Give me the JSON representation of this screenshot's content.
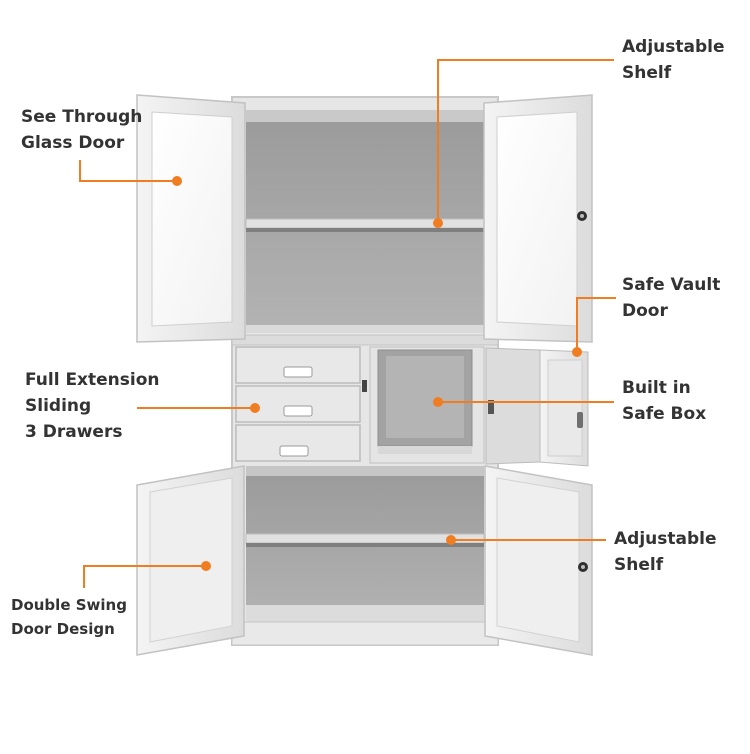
{
  "colors": {
    "accent": "#f07d22",
    "cabinet_light": "#e9e9e9",
    "cabinet_mid": "#d4d4d4",
    "cabinet_dark": "#8a8a8a",
    "text": "#333333"
  },
  "labels": {
    "glass_door": [
      "See Through",
      "Glass Door"
    ],
    "shelf_top": [
      "Adjustable",
      "Shelf"
    ],
    "safe_door": [
      "Safe Vault",
      "Door"
    ],
    "drawers": [
      "Full Extension",
      "Sliding",
      "3 Drawers"
    ],
    "safe_box": [
      "Built in",
      "Safe Box"
    ],
    "shelf_bottom": [
      "Adjustable",
      "Shelf"
    ],
    "swing_door": [
      "Double Swing",
      "Door Design"
    ]
  },
  "icons": {
    "lock": "keyhole-lock-icon",
    "handle": "drawer-handle-icon"
  }
}
